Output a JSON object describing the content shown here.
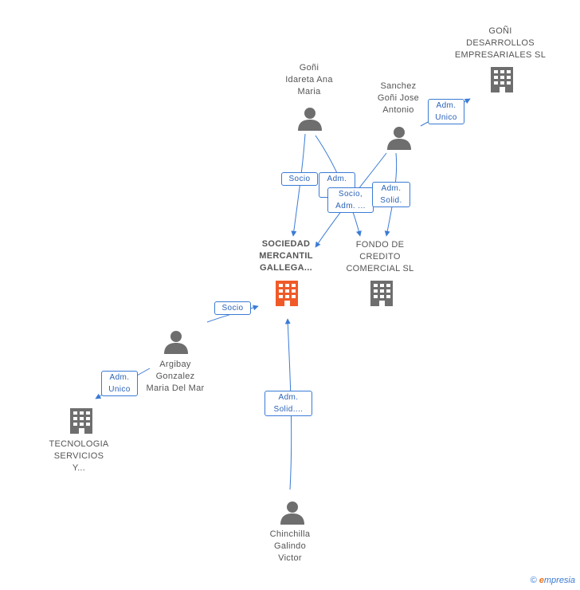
{
  "nodes": {
    "gonidesa": {
      "lines": [
        "GOÑI",
        "DESARROLLOS",
        "EMPRESARIALES SL"
      ],
      "icon": "building-icon"
    },
    "goni_idareta": {
      "lines": [
        "Goñi",
        "Idareta Ana",
        "Maria"
      ],
      "icon": "person-icon"
    },
    "sanchez": {
      "lines": [
        "Sanchez",
        "Goñi Jose",
        "Antonio"
      ],
      "icon": "person-icon"
    },
    "sociedad": {
      "lines": [
        "SOCIEDAD",
        "MERCANTIL",
        "GALLEGA..."
      ],
      "icon": "building-icon"
    },
    "fondo": {
      "lines": [
        "FONDO DE",
        "CREDITO",
        "COMERCIAL  SL"
      ],
      "icon": "building-icon"
    },
    "argibay": {
      "lines": [
        "Argibay",
        "Gonzalez",
        "Maria Del Mar"
      ],
      "icon": "person-icon"
    },
    "tecnologia": {
      "lines": [
        "TECNOLOGIA",
        "SERVICIOS",
        "Y..."
      ],
      "icon": "building-icon"
    },
    "chinchilla": {
      "lines": [
        "Chinchilla",
        "Galindo",
        "Victor"
      ],
      "icon": "person-icon"
    }
  },
  "relations": {
    "adm_unico_1": [
      "Adm.",
      "Unico"
    ],
    "socio_1": [
      "Socio"
    ],
    "adm_s_1": [
      "Adm.",
      "S..."
    ],
    "socio_adm": [
      "Socio,",
      "Adm. ..."
    ],
    "adm_solid_1": [
      "Adm.",
      "Solid."
    ],
    "socio_2": [
      "Socio"
    ],
    "adm_unico_2": [
      "Adm.",
      "Unico"
    ],
    "adm_solid_2": [
      "Adm.",
      "Solid...."
    ]
  },
  "colors": {
    "edge": "#3a7bd5",
    "node_gray": "#6e6e6e",
    "main_orange": "#f05a28"
  },
  "footer": {
    "copyright": "©",
    "brand_initial": "e",
    "brand_rest": "mpresia"
  }
}
